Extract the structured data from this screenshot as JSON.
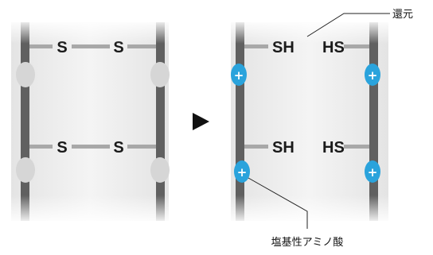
{
  "left_panel": {
    "bond_row_1": [
      "S",
      "S"
    ],
    "bond_row_2": [
      "S",
      "S"
    ]
  },
  "arrow": {
    "icon": "right-triangle-arrow"
  },
  "right_panel": {
    "row_1": {
      "left_label": "SH",
      "right_label": "HS"
    },
    "row_2": {
      "left_label": "SH",
      "right_label": "HS"
    },
    "charge_symbol": "+"
  },
  "callouts": {
    "reduction": "還元",
    "basic_amino_acid": "塩基性アミノ酸"
  },
  "colors": {
    "strand": "#606060",
    "bond": "#a8a8a8",
    "charge": "#2aa3dc",
    "text": "#1a1a1a"
  }
}
